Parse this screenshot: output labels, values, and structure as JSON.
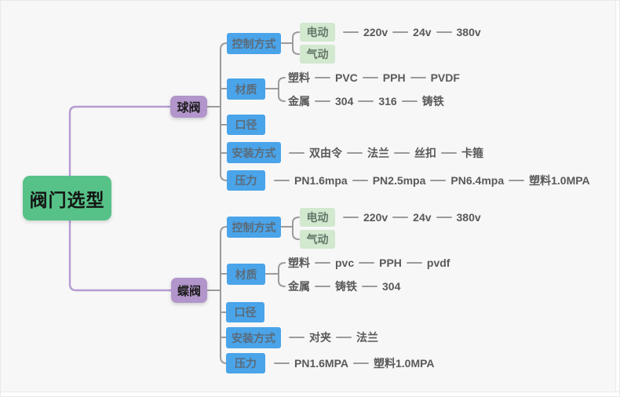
{
  "root": {
    "label": "阀门选型"
  },
  "branches": [
    {
      "label": "球阀",
      "categories": [
        {
          "label": "控制方式",
          "children": [
            {
              "label": "电动",
              "chain": [
                "220v",
                "24v",
                "380v"
              ]
            },
            {
              "label": "气动"
            }
          ]
        },
        {
          "label": "材质",
          "children": [
            {
              "label": "塑料",
              "chain": [
                "PVC",
                "PPH",
                "PVDF"
              ]
            },
            {
              "label": "金属",
              "chain": [
                "304",
                "316",
                "铸铁"
              ]
            }
          ]
        },
        {
          "label": "口径"
        },
        {
          "label": "安装方式",
          "chain": [
            "双由令",
            "法兰",
            "丝扣",
            "卡箍"
          ]
        },
        {
          "label": "压力",
          "chain": [
            "PN1.6mpa",
            "PN2.5mpa",
            "PN6.4mpa",
            "塑料1.0MPA"
          ]
        }
      ]
    },
    {
      "label": "蝶阀",
      "categories": [
        {
          "label": "控制方式",
          "children": [
            {
              "label": "电动",
              "chain": [
                "220v",
                "24v",
                "380v"
              ]
            },
            {
              "label": "气动"
            }
          ]
        },
        {
          "label": "材质",
          "children": [
            {
              "label": "塑料",
              "chain": [
                "pvc",
                "PPH",
                "pvdf"
              ]
            },
            {
              "label": "金属",
              "chain": [
                "铸铁",
                "304"
              ]
            }
          ]
        },
        {
          "label": "口径"
        },
        {
          "label": "安装方式",
          "chain": [
            "对夹",
            "法兰"
          ]
        },
        {
          "label": "压力",
          "chain": [
            "PN1.6MPA",
            "塑料1.0MPA"
          ]
        }
      ]
    }
  ],
  "colors": {
    "canvas_bg": "#f7f7f8",
    "root_bg": "#57c288",
    "branch_bg": "#b295cb",
    "category_bg": "#4aa4e9",
    "sub_bg": "#d2e8cf",
    "connector_gray": "#9b9b9b",
    "connector_purple": "#b49cd2",
    "leaf_text": "#595959"
  }
}
